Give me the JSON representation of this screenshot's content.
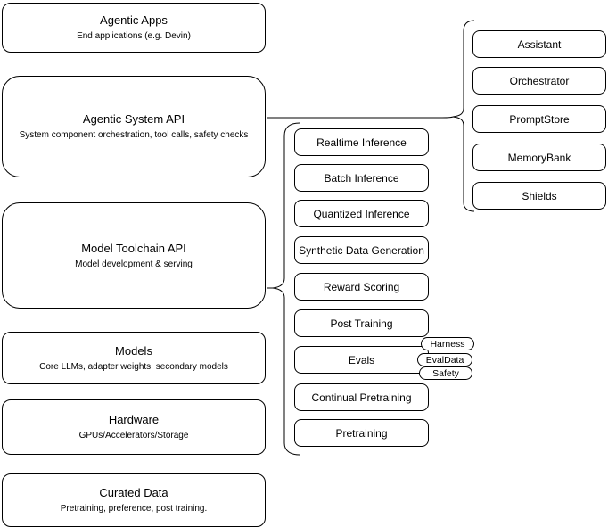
{
  "diagram": {
    "stack": [
      {
        "title": "Agentic Apps",
        "subtitle": "End applications (e.g. Devin)"
      },
      {
        "title": "Agentic System API",
        "subtitle": "System component orchestration, tool calls, safety checks"
      },
      {
        "title": "Model Toolchain API",
        "subtitle": "Model development & serving"
      },
      {
        "title": "Models",
        "subtitle": "Core LLMs, adapter weights, secondary models"
      },
      {
        "title": "Hardware",
        "subtitle": "GPUs/Accelerators/Storage"
      },
      {
        "title": "Curated Data",
        "subtitle": "Pretraining, preference, post training."
      }
    ],
    "toolchain_services": [
      "Realtime Inference",
      "Batch Inference",
      "Quantized Inference",
      "Synthetic Data Generation",
      "Reward Scoring",
      "Post Training",
      "Evals",
      "Continual Pretraining",
      "Pretraining"
    ],
    "evals_tags": [
      "Harness",
      "EvalData",
      "Safety"
    ],
    "system_components": [
      "Assistant",
      "Orchestrator",
      "PromptStore",
      "MemoryBank",
      "Shields"
    ],
    "colors": {
      "border": "#000000",
      "fill": "#ffffff",
      "background": "#ffffff",
      "text": "#000000"
    }
  }
}
